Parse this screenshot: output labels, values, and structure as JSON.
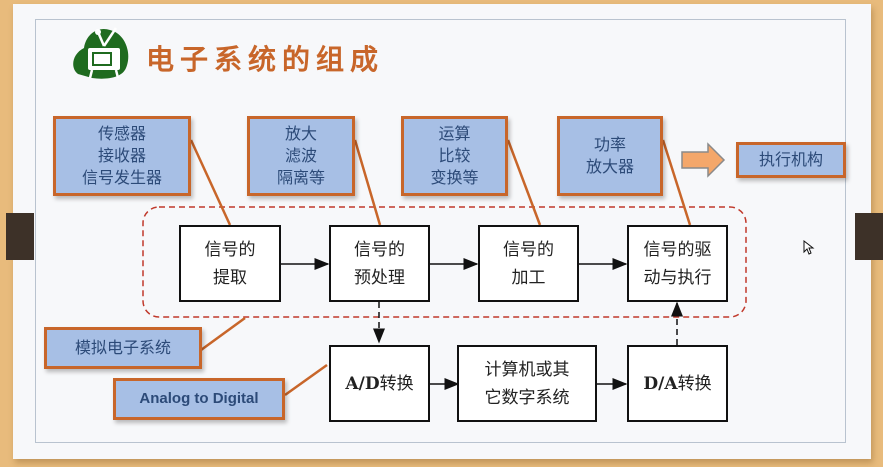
{
  "title": "电子系统的组成",
  "logo_icon": "tv-icon",
  "callouts": {
    "sources": [
      "传感器",
      "接收器",
      "信号发生器"
    ],
    "preprocess": [
      "放大",
      "滤波",
      "隔离等"
    ],
    "processing": [
      "运算",
      "比较",
      "变换等"
    ],
    "power_amp": [
      "功率",
      "放大器"
    ],
    "actuator": "执行机构",
    "analog_system": "模拟电子系统",
    "adc_label": "Analog to Digital"
  },
  "blocks": {
    "extract": [
      "信号的",
      "提取"
    ],
    "preprocess": [
      "信号的",
      "预处理"
    ],
    "processing": [
      "信号的",
      "加工"
    ],
    "drive": [
      "信号的驱",
      "动与执行"
    ],
    "adc": {
      "bold": "A/D",
      "text": "转换"
    },
    "computer": [
      "计算机或其",
      "它数字系统"
    ],
    "dac": {
      "bold": "D/A",
      "text": "转换"
    }
  },
  "colors": {
    "title": "#c8662a",
    "callout_fill": "#a7bfe5",
    "callout_border": "#c8662a",
    "callout_text": "#2c4a78",
    "dashed_group": "#c0392b",
    "arrow_fill": "#f4a76a",
    "logo": "#1f6b1f"
  }
}
